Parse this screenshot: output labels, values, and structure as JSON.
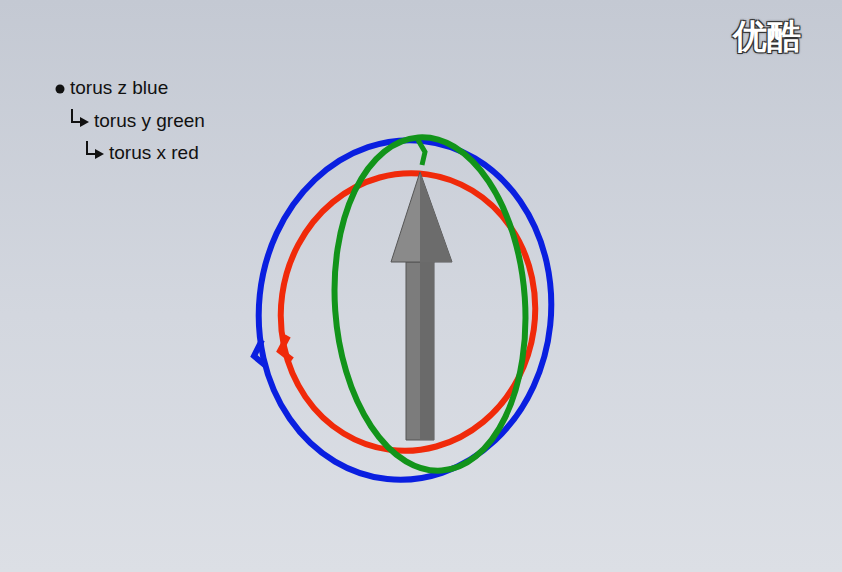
{
  "diagram": {
    "labels": [
      "torus z blue",
      "torus y green",
      "torus x red",
      "优酷"
    ]
  }
}
